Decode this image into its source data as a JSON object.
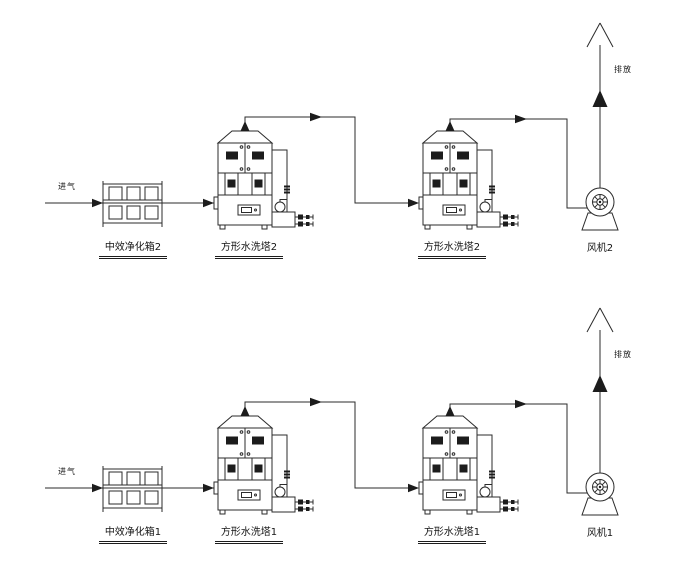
{
  "diagram": {
    "background_color": "#ffffff",
    "line_color": "#2b2b2b",
    "dark_fill_color": "#1c1c1c",
    "lines": [
      {
        "name": "line-2",
        "inlet_label": "进气",
        "exhaust_label": "排放",
        "equipment": [
          {
            "type": "filter-box",
            "label": "中效净化箱2"
          },
          {
            "type": "wash-tower",
            "label": "方形水洗塔2"
          },
          {
            "type": "wash-tower",
            "label": "方形水洗塔2"
          },
          {
            "type": "fan",
            "label": "风机2"
          }
        ]
      },
      {
        "name": "line-1",
        "inlet_label": "进气",
        "exhaust_label": "排放",
        "equipment": [
          {
            "type": "filter-box",
            "label": "中效净化箱1"
          },
          {
            "type": "wash-tower",
            "label": "方形水洗塔1"
          },
          {
            "type": "wash-tower",
            "label": "方形水洗塔1"
          },
          {
            "type": "fan",
            "label": "风机1"
          }
        ]
      }
    ]
  }
}
